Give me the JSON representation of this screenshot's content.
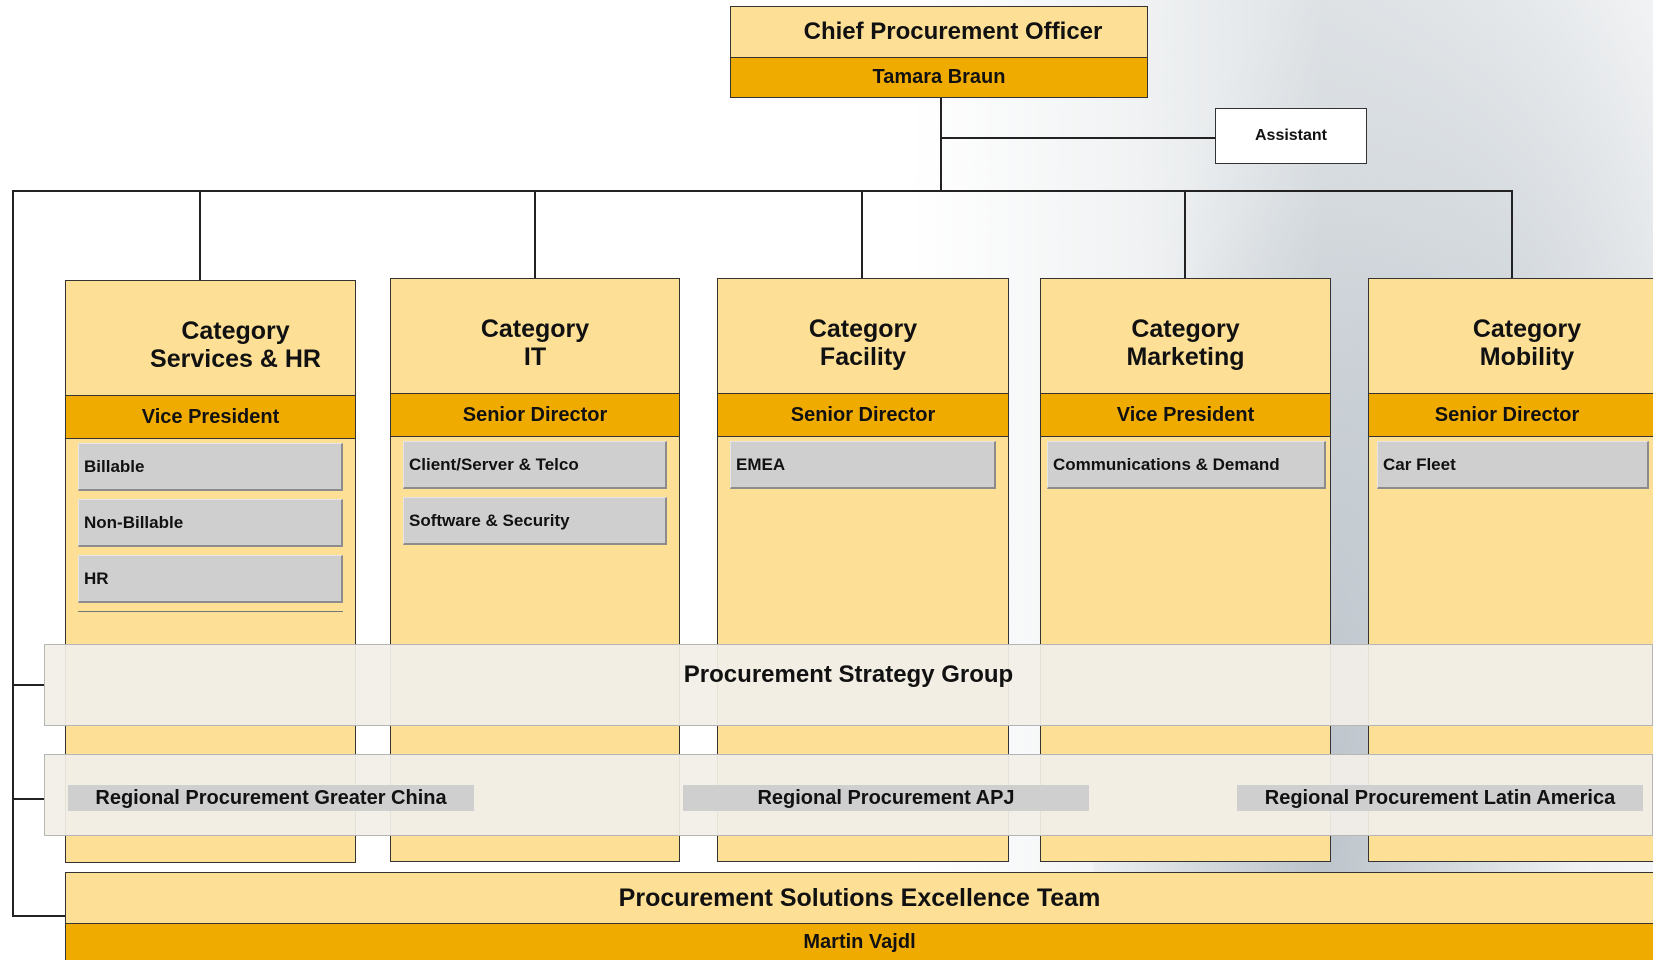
{
  "cpo": {
    "title": "Chief Procurement Officer",
    "name": "Tamara Braun"
  },
  "assistant": {
    "label": "Assistant"
  },
  "categories": [
    {
      "title_line1": "Category",
      "title_line2": "Services & HR",
      "role": "Vice President",
      "items": [
        "Billable",
        "Non-Billable",
        "HR"
      ]
    },
    {
      "title_line1": "Category",
      "title_line2": "IT",
      "role": "Senior Director",
      "items": [
        "Client/Server & Telco",
        "Software & Security"
      ]
    },
    {
      "title_line1": "Category",
      "title_line2": "Facility",
      "role": "Senior Director",
      "items": [
        "EMEA"
      ]
    },
    {
      "title_line1": "Category",
      "title_line2": "Marketing",
      "role": "Vice President",
      "items": [
        "Communications & Demand"
      ]
    },
    {
      "title_line1": "Category",
      "title_line2": "Mobility",
      "role": "Senior Director",
      "items": [
        "Car Fleet"
      ]
    }
  ],
  "strategy_group": {
    "title": "Procurement Strategy Group"
  },
  "regional": [
    "Regional Procurement Greater China",
    "Regional Procurement APJ",
    "Regional Procurement Latin America"
  ],
  "solutions_team": {
    "title": "Procurement Solutions Excellence Team",
    "name": "Martin Vajdl"
  }
}
